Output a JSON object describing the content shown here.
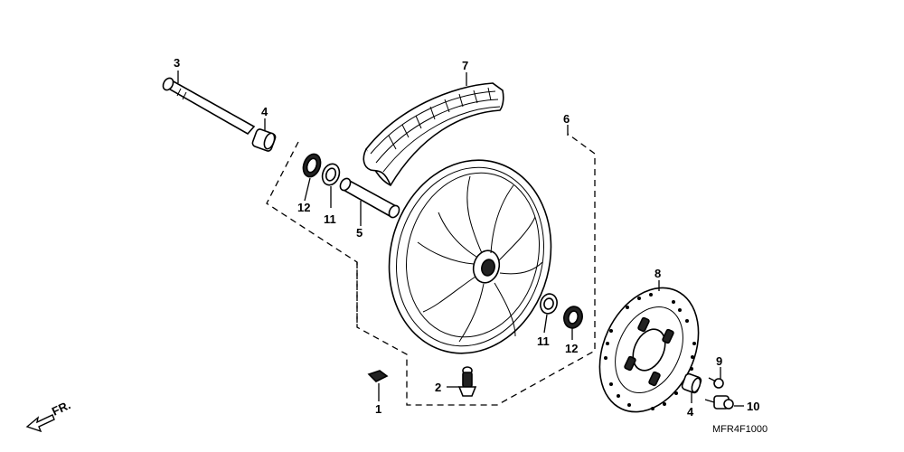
{
  "diagram": {
    "callouts": [
      {
        "id": "c1",
        "label": "1"
      },
      {
        "id": "c2",
        "label": "2"
      },
      {
        "id": "c3",
        "label": "3"
      },
      {
        "id": "c4a",
        "label": "4"
      },
      {
        "id": "c4b",
        "label": "4"
      },
      {
        "id": "c5",
        "label": "5"
      },
      {
        "id": "c6",
        "label": "6"
      },
      {
        "id": "c7",
        "label": "7"
      },
      {
        "id": "c8",
        "label": "8"
      },
      {
        "id": "c9",
        "label": "9"
      },
      {
        "id": "c10",
        "label": "10"
      },
      {
        "id": "c11a",
        "label": "11"
      },
      {
        "id": "c11b",
        "label": "11"
      },
      {
        "id": "c12a",
        "label": "12"
      },
      {
        "id": "c12b",
        "label": "12"
      }
    ],
    "direction_label": "FR.",
    "diagram_code": "MFR4F1000"
  }
}
